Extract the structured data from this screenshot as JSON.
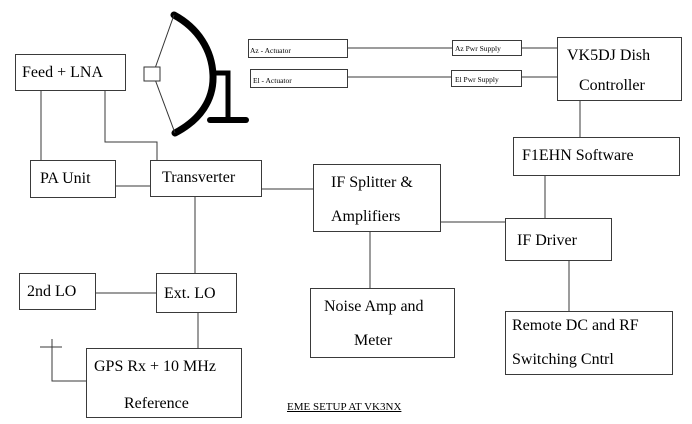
{
  "diagram": {
    "title": "EME SETUP AT VK3NX",
    "blocks": {
      "feed_lna": "Feed + LNA",
      "pa_unit": "PA Unit",
      "transverter": "Transverter",
      "if_splitter_line1": "IF Splitter &",
      "if_splitter_line2": "Amplifiers",
      "second_lo": "2nd LO",
      "ext_lo": "Ext. LO",
      "gps_line1": "GPS Rx + 10 MHz",
      "gps_line2": "Reference",
      "noise_line1": "Noise Amp and",
      "noise_line2": "Meter",
      "az_actuator": "Az - Actuator",
      "el_actuator": "El - Actuator",
      "az_pwr": "Az Pwr Supply",
      "el_pwr": "El Pwr Supply",
      "controller_line1": "VK5DJ  Dish",
      "controller_line2": "Controller",
      "software": "F1EHN Software",
      "if_driver": "IF Driver",
      "remote_line1": "Remote DC and RF",
      "remote_line2": "Switching Cntrl"
    },
    "icons": [
      "dish-antenna-icon",
      "feed-horn-icon",
      "dish-mount-icon",
      "gps-antenna-icon"
    ],
    "connections": [
      [
        "feed_lna",
        "pa_unit"
      ],
      [
        "feed_lna",
        "transverter"
      ],
      [
        "pa_unit",
        "transverter"
      ],
      [
        "transverter",
        "if_splitter"
      ],
      [
        "transverter",
        "ext_lo"
      ],
      [
        "second_lo",
        "ext_lo"
      ],
      [
        "ext_lo",
        "gps"
      ],
      [
        "if_splitter",
        "noise_amp"
      ],
      [
        "if_splitter",
        "if_driver"
      ],
      [
        "if_driver",
        "software"
      ],
      [
        "if_driver",
        "remote"
      ],
      [
        "software",
        "controller"
      ],
      [
        "az_actuator",
        "az_pwr"
      ],
      [
        "az_pwr",
        "controller"
      ],
      [
        "el_actuator",
        "el_pwr"
      ],
      [
        "el_pwr",
        "controller"
      ]
    ]
  }
}
